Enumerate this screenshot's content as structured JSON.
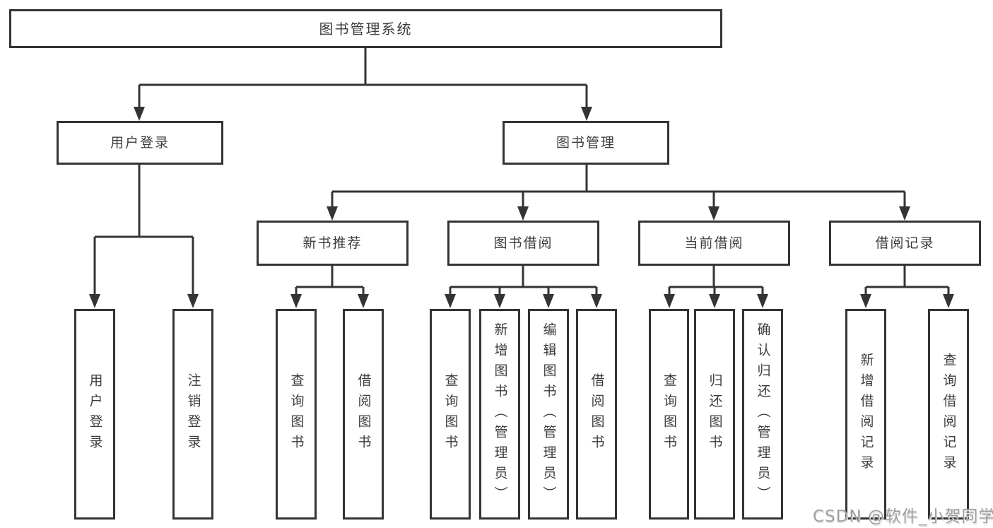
{
  "colors": {
    "line": "#343434",
    "text": "#3d3d3d",
    "watermark": "#9f9f9f",
    "background": "#ffffff"
  },
  "tree": {
    "root": "图书管理系统",
    "login_branch": {
      "label": "用户登录",
      "children": [
        "用户登录",
        "注销登录"
      ]
    },
    "mgmt_branch": {
      "label": "图书管理",
      "sections": [
        {
          "label": "新书推荐",
          "children": [
            "查询图书",
            "借阅图书"
          ]
        },
        {
          "label": "图书借阅",
          "children": [
            "查询图书",
            "新增图书（管理员）",
            "编辑图书（管理员）",
            "借阅图书"
          ]
        },
        {
          "label": "当前借阅",
          "children": [
            "查询图书",
            "归还图书",
            "确认归还（管理员）"
          ]
        },
        {
          "label": "借阅记录",
          "children": [
            "新增借阅记录",
            "查询借阅记录"
          ]
        }
      ]
    }
  },
  "watermark": "CSDN @软件_小贺同学"
}
